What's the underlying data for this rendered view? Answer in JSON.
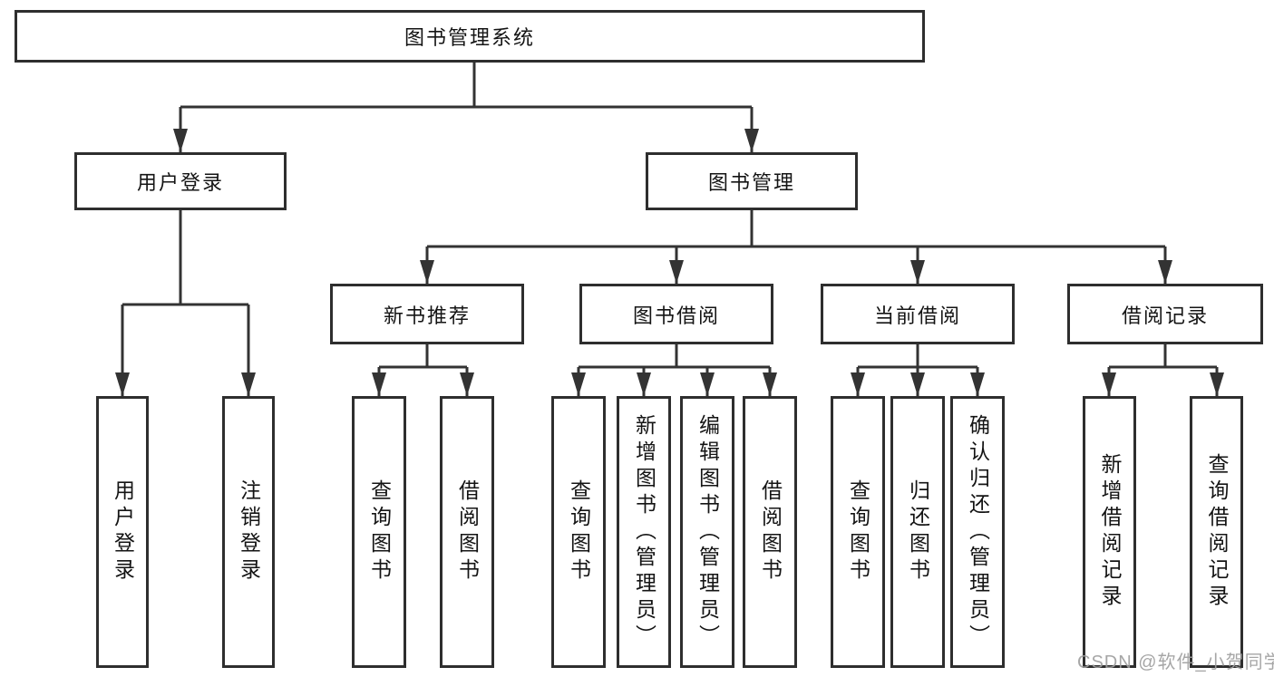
{
  "diagram": {
    "root": {
      "label": "图书管理系统"
    },
    "branches": [
      {
        "label": "用户登录",
        "children": [
          {
            "label": "用户登录"
          },
          {
            "label": "注销登录"
          }
        ]
      },
      {
        "label": "图书管理",
        "sections": [
          {
            "label": "新书推荐",
            "children": [
              {
                "label": "查询图书"
              },
              {
                "label": "借阅图书"
              }
            ]
          },
          {
            "label": "图书借阅",
            "children": [
              {
                "label": "查询图书"
              },
              {
                "label": "新增图书（管理员）"
              },
              {
                "label": "编辑图书（管理员）"
              },
              {
                "label": "借阅图书"
              }
            ]
          },
          {
            "label": "当前借阅",
            "children": [
              {
                "label": "查询图书"
              },
              {
                "label": "归还图书"
              },
              {
                "label": "确认归还（管理员）"
              }
            ]
          },
          {
            "label": "借阅记录",
            "children": [
              {
                "label": "新增借阅记录"
              },
              {
                "label": "查询借阅记录"
              }
            ]
          }
        ]
      }
    ]
  },
  "colors": {
    "line": "#333333",
    "box_border": "#2e2e2e",
    "text": "#141414",
    "watermark": "#9e9e9e",
    "background": "#ffffff"
  },
  "watermark": {
    "text": "CSDN @软件_小贺同学"
  }
}
